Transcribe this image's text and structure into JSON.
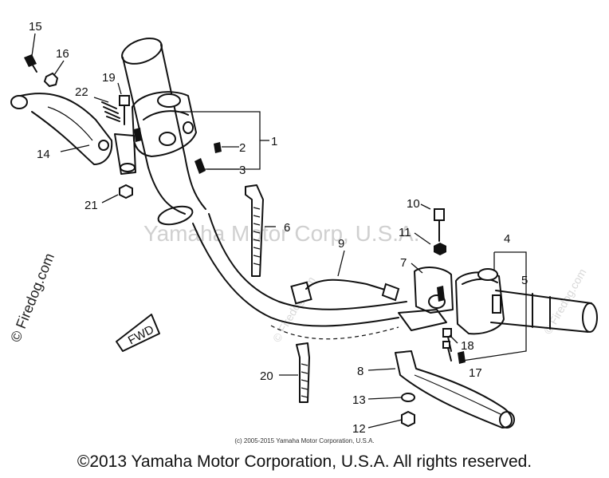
{
  "part_labels": {
    "p1": "1",
    "p2": "2",
    "p3": "3",
    "p4": "4",
    "p5": "5",
    "p6": "6",
    "p7": "7",
    "p8": "8",
    "p9": "9",
    "p10": "10",
    "p11": "11",
    "p12": "12",
    "p13": "13",
    "p14": "14",
    "p15": "15",
    "p16": "16",
    "p17": "17",
    "p18": "18",
    "p19": "19",
    "p20": "20",
    "p21": "21",
    "p22": "22"
  },
  "fwd_label": "FWD",
  "watermark": {
    "center": "Yamaha Motor Corp, U.S.A.",
    "side": "© Firedog.com",
    "faint_left": "© Firedog.com",
    "faint_right": "© Firedog.com"
  },
  "copyright_small": "(c) 2005-2015 Yamaha Motor Corporation, U.S.A.",
  "copyright_main": "©2013 Yamaha Motor Corporation, U.S.A. All rights reserved."
}
